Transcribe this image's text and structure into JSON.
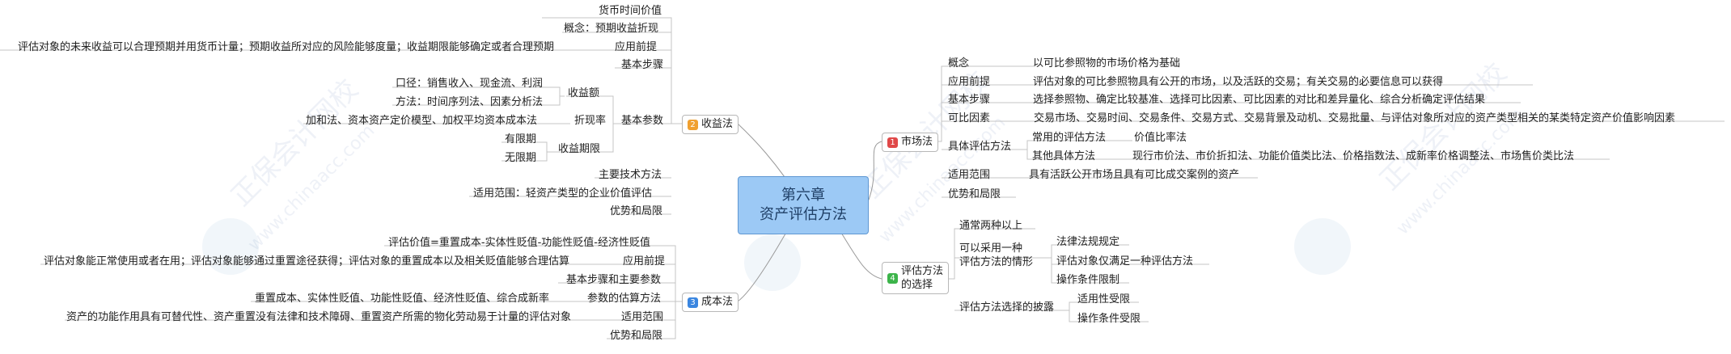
{
  "root": {
    "line1": "第六章",
    "line2": "资产评估方法"
  },
  "watermark": {
    "cn": "正保会计网校",
    "url": "www.chinaacc.com"
  },
  "badges": {
    "market": "1",
    "income": "2",
    "cost": "3",
    "selection": "4"
  },
  "income": {
    "title": "收益法",
    "time_value": "货币时间价值",
    "concept": "概念：预期收益折现",
    "premise_detail": "评估对象的未来收益可以合理预期并用货币计量；预期收益所对应的风险能够度量；收益期限能够确定或者合理预期",
    "premise": "应用前提",
    "steps": "基本步骤",
    "params": "基本参数",
    "params_income_scope": "口径：销售收入、现金流、利润",
    "params_income_method": "方法：时间序列法、因素分析法",
    "params_income": "收益额",
    "params_rate_detail": "加和法、资本资产定价模型、加权平均资本成本法",
    "params_rate": "折现率",
    "params_period_finite": "有限期",
    "params_period_infinite": "无限期",
    "params_period": "收益期限",
    "tech": "主要技术方法",
    "scope": "适用范围：轻资产类型的企业价值评估",
    "proscons": "优势和局限"
  },
  "cost": {
    "title": "成本法",
    "value": "评估价值=重置成本-实体性贬值-功能性贬值-经济性贬值",
    "premise_detail": "评估对象能正常使用或者在用；评估对象能够通过重置途径获得；评估对象的重置成本以及相关贬值能够合理估算",
    "premise": "应用前提",
    "steps": "基本步骤和主要参数",
    "params_detail": "重置成本、实体性贬值、功能性贬值、经济性贬值、综合成新率",
    "params": "参数的估算方法",
    "scope_detail": "资产的功能作用具有可替代性、资产重置没有法律和技术障碍、重置资产所需的物化劳动易于计量的评估对象",
    "scope": "适用范围",
    "proscons": "优势和局限"
  },
  "market": {
    "title": "市场法",
    "concept": "概念",
    "concept_detail": "以可比参照物的市场价格为基础",
    "premise": "应用前提",
    "premise_detail": "评估对象的可比参照物具有公开的市场，以及活跃的交易；有关交易的必要信息可以获得",
    "steps": "基本步骤",
    "steps_detail": "选择参照物、确定比较基准、选择可比因素、可比因素的对比和差异量化、综合分析确定评估结果",
    "factors": "可比因素",
    "factors_detail": "交易市场、交易时间、交易条件、交易方式、交易背景及动机、交易批量、与评估对象所对应的资产类型相关的某类特定资产价值影响因素",
    "methods": "具体评估方法",
    "methods_common": "常用的评估方法",
    "methods_common_detail": "价值比率法",
    "methods_other": "其他具体方法",
    "methods_other_detail": "现行市价法、市价折扣法、功能价值类比法、价格指数法、成新率价格调整法、市场售价类比法",
    "scope": "适用范围",
    "scope_detail": "具有活跃公开市场且具有可比成交案例的资产",
    "proscons": "优势和局限"
  },
  "selection": {
    "title_l1": "评估方法",
    "title_l2": "的选择",
    "usually": "通常两种以上",
    "single_l1": "可以采用一种",
    "single_l2": "评估方法的情形",
    "single_a": "法律法规规定",
    "single_b": "评估对象仅满足一种评估方法",
    "single_c": "操作条件限制",
    "disclose": "评估方法选择的披露",
    "disclose_a": "适用性受限",
    "disclose_b": "操作条件受限"
  }
}
